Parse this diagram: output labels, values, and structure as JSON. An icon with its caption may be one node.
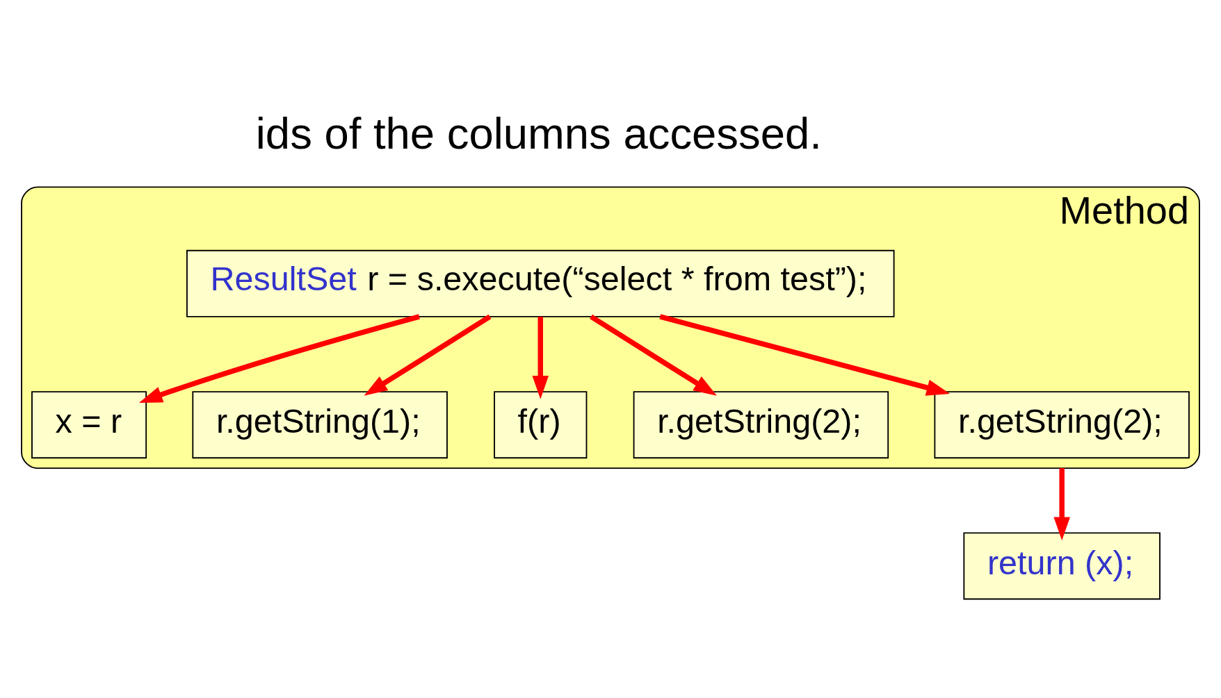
{
  "diagram": {
    "nodes": [
      {
        "text": [
          "Method"
        ]
      },
      {
        "text": [
          "ResultSet r = s.execute(“select * from test”);"
        ],
        "in": 0
      },
      {
        "text": [
          "x = r"
        ],
        "in": 0
      },
      {
        "text": [
          "r.getString(1);"
        ],
        "in": 0
      },
      {
        "text": [
          "f(r)"
        ],
        "in": 0
      },
      {
        "text": [
          "r.getString(2);"
        ],
        "in": 0
      },
      {
        "text": [
          "r.getString(2);"
        ],
        "in": 0
      },
      {
        "text": [
          "return (x);"
        ]
      }
    ],
    "edges": [
      {
        "from": 1,
        "to": 2,
        "arrow": "to"
      },
      {
        "from": 1,
        "to": 6,
        "arrow": "to"
      },
      {
        "from": 1,
        "to": 5,
        "arrow": "to"
      },
      {
        "from": 1,
        "to": 3,
        "arrow": "to"
      },
      {
        "from": 1,
        "to": 4,
        "arrow": "to"
      },
      {
        "from": 0,
        "to": 7,
        "arrow": "to"
      }
    ],
    "labels": [
      "ids of the columns accessed."
    ]
  }
}
